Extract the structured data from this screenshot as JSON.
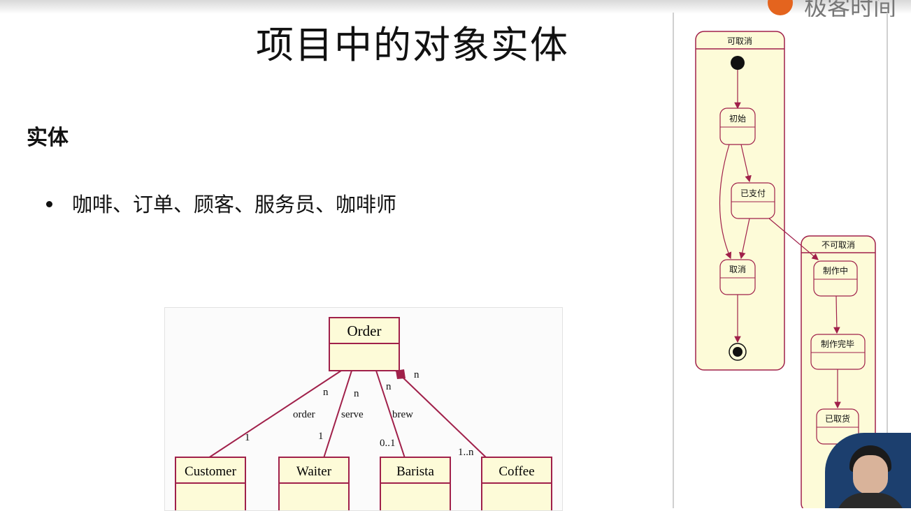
{
  "slide": {
    "title": "项目中的对象实体",
    "section_heading": "实体",
    "bullet": "咖啡、订单、顾客、服务员、咖啡师"
  },
  "logo": {
    "text": "极客时间"
  },
  "class_diagram": {
    "root": "Order",
    "classes": [
      "Customer",
      "Waiter",
      "Barista",
      "Coffee"
    ],
    "associations": [
      {
        "name": "order",
        "order_mult": "n",
        "target_mult": "1"
      },
      {
        "name": "serve",
        "order_mult": "n",
        "target_mult": "1"
      },
      {
        "name": "brew",
        "order_mult": "n",
        "target_mult": "0..1"
      },
      {
        "name": "",
        "order_mult": "n",
        "target_mult": "1..n"
      }
    ]
  },
  "state_diagram": {
    "composite_cancelable": "可取消",
    "composite_noncancelable": "不可取消",
    "states": {
      "initial": "初始",
      "paid": "已支付",
      "cancelled": "取消",
      "making": "制作中",
      "made": "制作完毕",
      "taken": "已取货"
    }
  },
  "colors": {
    "uml_line": "#a0204a",
    "box_fill": "#fdfbd8",
    "logo_accent": "#e4641e"
  }
}
